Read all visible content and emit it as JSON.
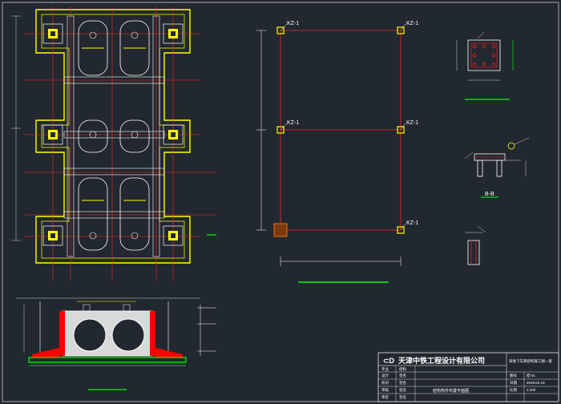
{
  "drawing": {
    "column_labels": [
      "KZ-1",
      "KZ-1",
      "KZ-1",
      "KZ-1",
      "KZ-1"
    ],
    "section_label": "B-B"
  },
  "title_block": {
    "company": "天津中铁工程设计有限公司",
    "project": "某地下车库结构施工图一套",
    "drawing_name": "结构构件布置平面图",
    "row_labels": [
      "专业",
      "设计",
      "校对",
      "审核",
      "审定"
    ],
    "row_values": [
      "结构",
      "签名",
      "签名",
      "签名",
      "签名"
    ],
    "right_fields": [
      "图号",
      "日期",
      "比例"
    ],
    "right_values": [
      "结-01",
      "2019.01.10",
      "1:100"
    ]
  },
  "colors": {
    "background": "#212830",
    "wall": "#ffff00",
    "axis": "#ff2020",
    "rebar": "#00ff00",
    "white": "#ffffff",
    "concrete": "#d9d9d9",
    "fill_red": "#ff0000"
  }
}
